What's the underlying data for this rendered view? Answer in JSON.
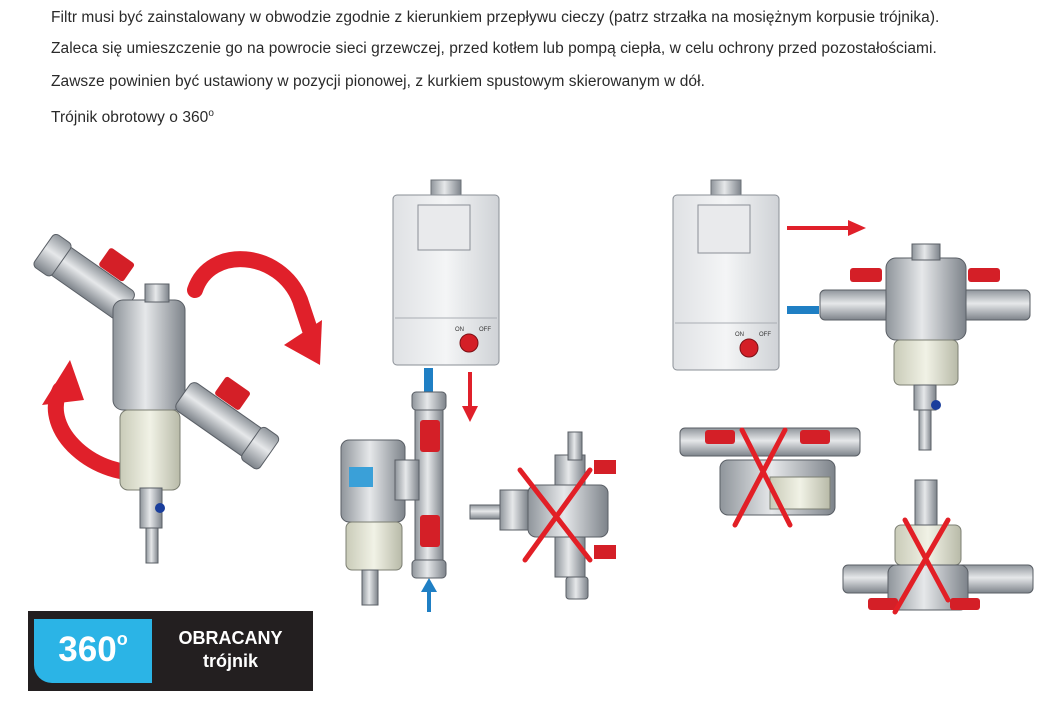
{
  "text": {
    "line1": "Filtr musi być zainstalowany w obwodzie zgodnie z kierunkiem przepływu cieczy (patrz strzałka na mosiężnym korpusie trójnika).",
    "line2": "Zaleca się umieszczenie go na powrocie sieci grzewczej, przed kotłem lub pompą ciepła, w celu ochrony przed pozostałościami.",
    "line3": "Zawsze powinien być ustawiony w pozycji pionowej, z kurkiem spustowym skierowanym w dół.",
    "line4": "Trójnik obrotowy o 360",
    "line4_sup": "o"
  },
  "badge": {
    "degrees": "360",
    "degrees_sup": "o",
    "word1": "OBRACANY",
    "word2": "trójnik"
  },
  "boiler": {
    "on": "ON",
    "off": "OFF"
  },
  "colors": {
    "arrow_red": "#e0202a",
    "arrow_blue": "#1f7fc4",
    "badge_dark": "#231f20",
    "badge_cyan": "#2bb4e6",
    "cross": "#e21f26"
  }
}
